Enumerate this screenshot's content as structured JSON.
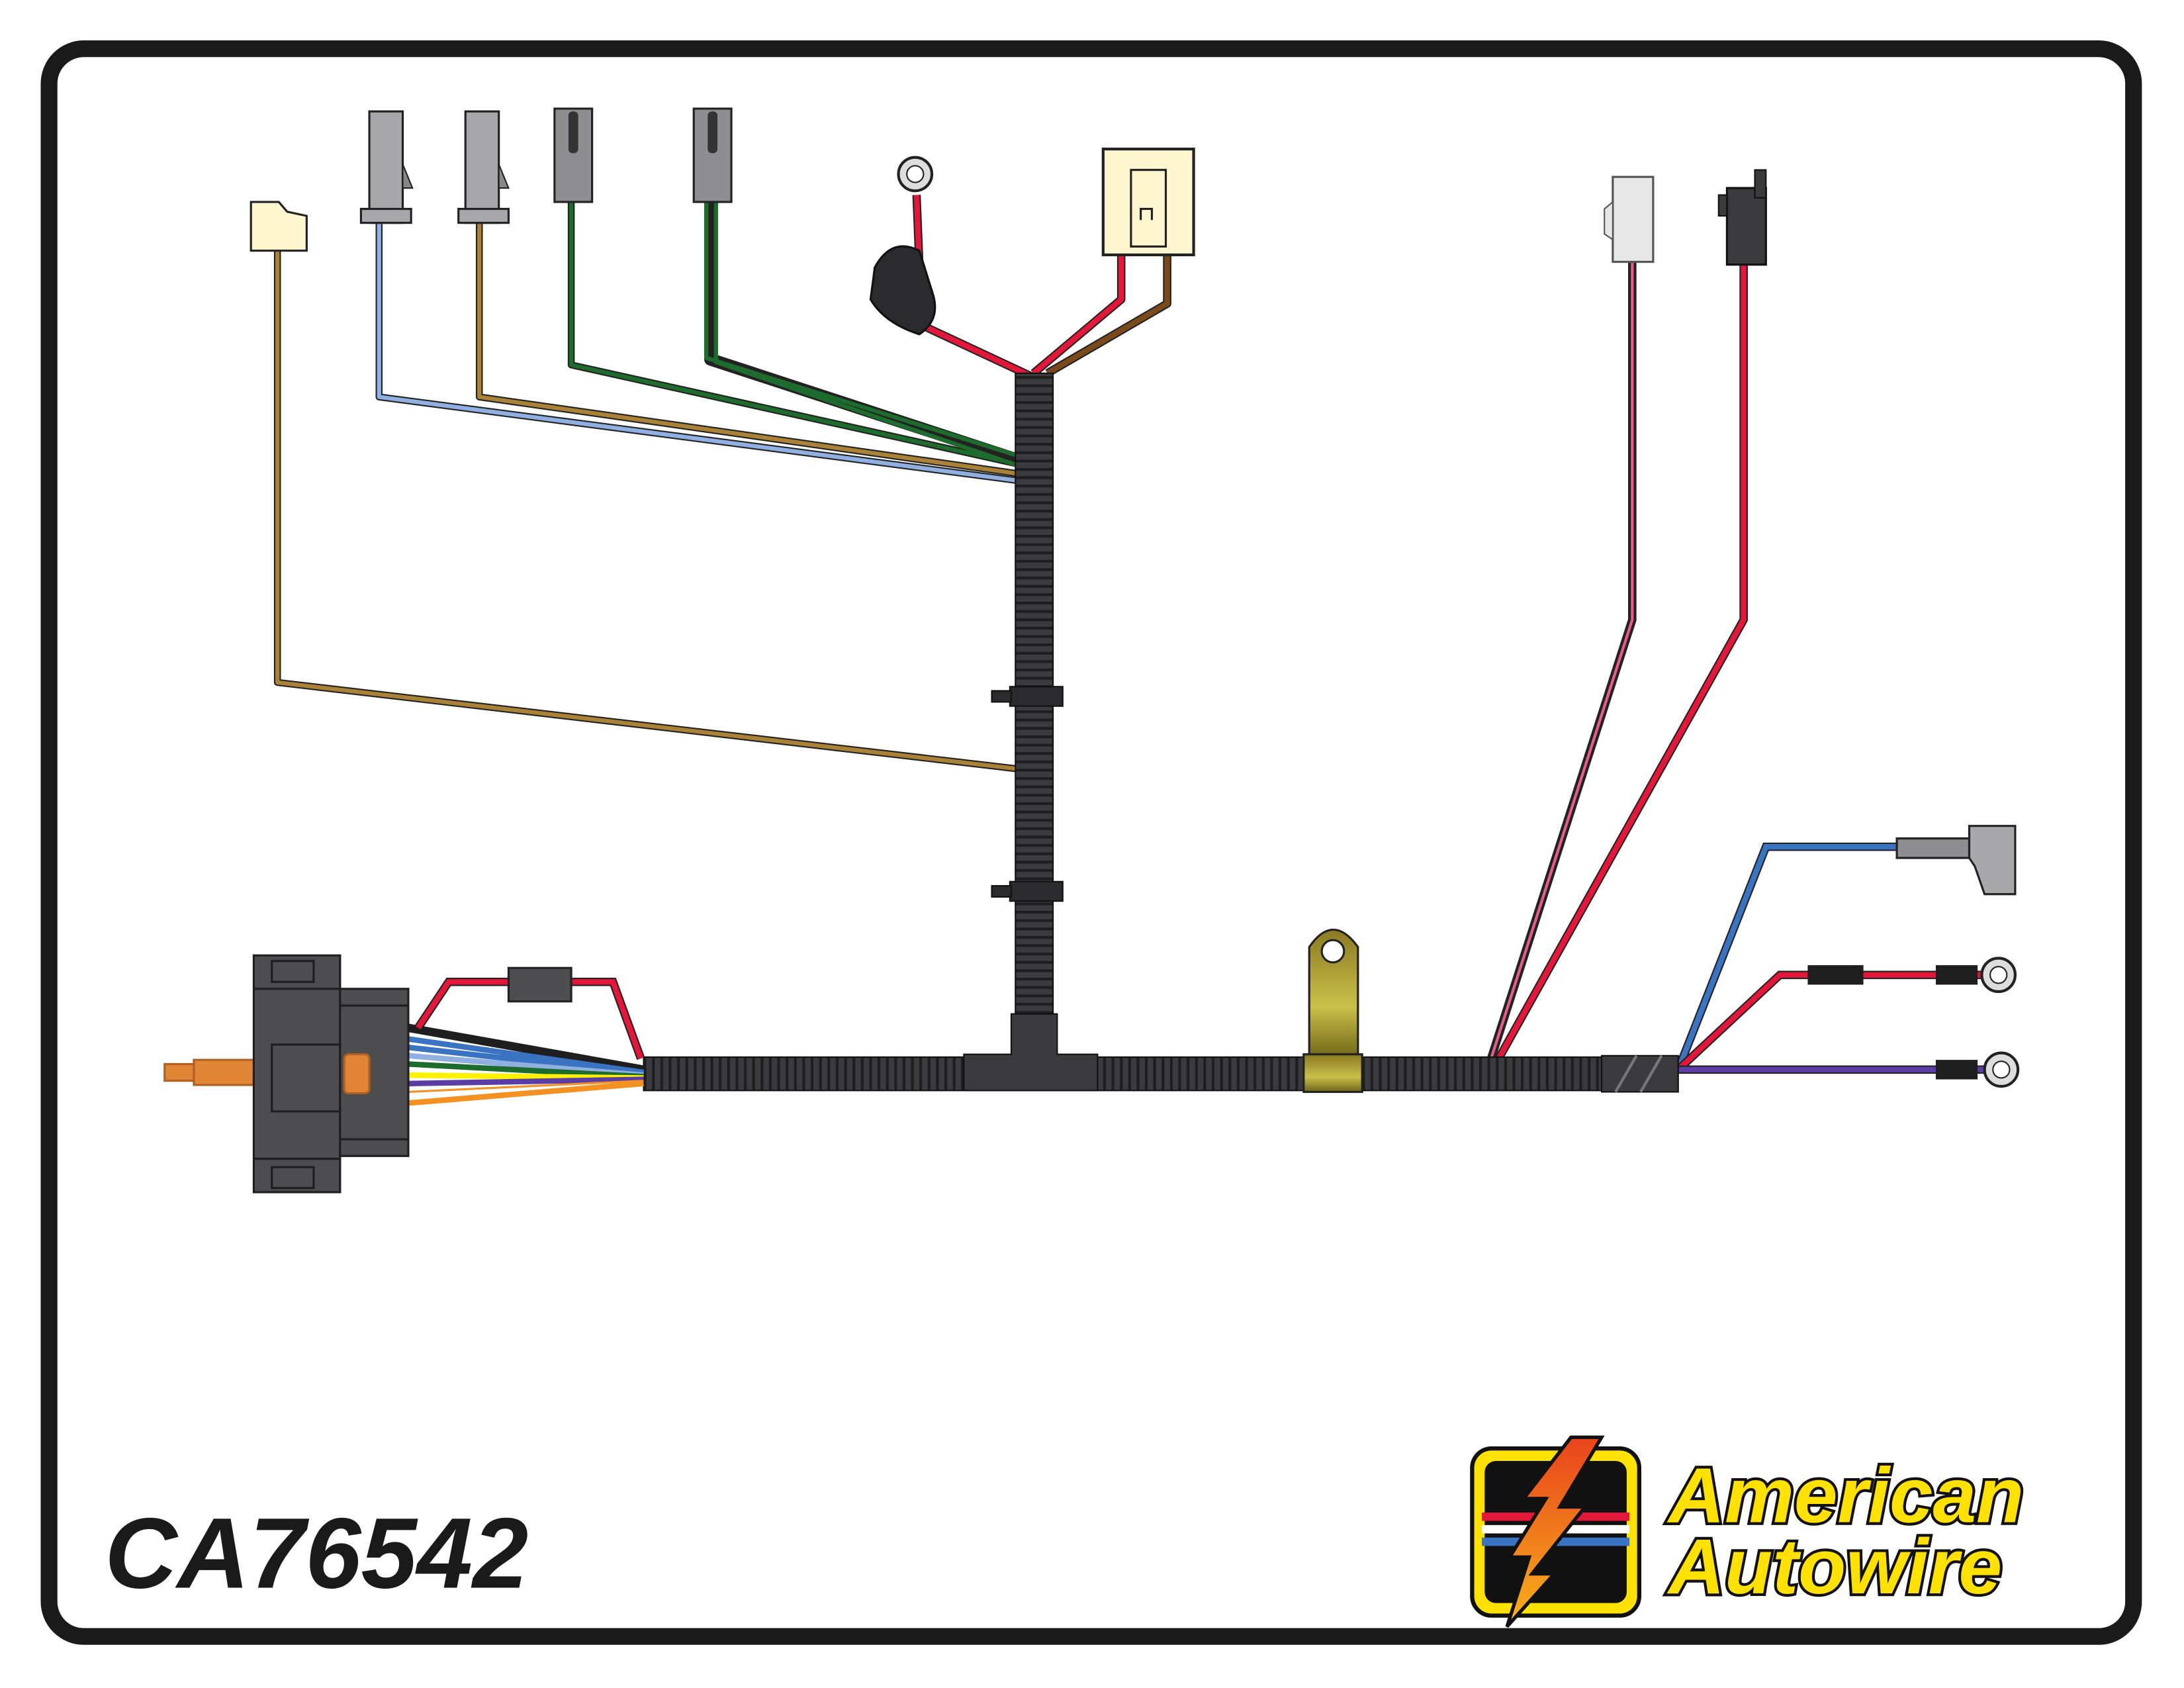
{
  "part_number": "CA76542",
  "brand": {
    "line1": "American",
    "line2": "Autowire"
  },
  "colors": {
    "loom": "#3b3b3d",
    "connector_dark": "#4d4d50",
    "red": "#e3173a",
    "blue": "#3a73c2",
    "light_blue": "#8fb0e0",
    "green": "#1e6b2e",
    "brown": "#a98238",
    "purple": "#5b3ea3",
    "yellow": "#fff200",
    "orange": "#f39221",
    "logo_yellow": "#ffe100"
  }
}
